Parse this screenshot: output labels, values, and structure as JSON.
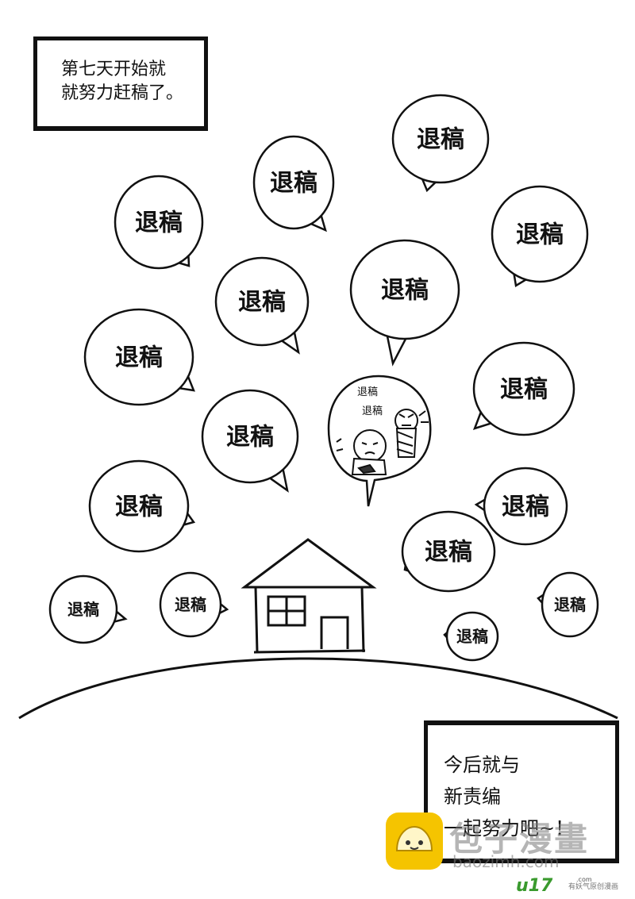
{
  "captions": {
    "top": [
      "第七天开始就",
      "就努力赶稿了。"
    ],
    "bottom": [
      "今后就与",
      "新责编",
      "一起努力吧~！"
    ]
  },
  "bubble_text": "退稿",
  "watermark": {
    "title": "包子漫畫",
    "url": "baozimh.com",
    "brand": "u17",
    "brand_suffix": ".com",
    "brand_tagline": "有妖气原创漫画",
    "badge_color": "#f5c400",
    "brand_color": "#3a9a2e"
  },
  "icons": [
    "house-icon",
    "editor-character-icon",
    "author-character-icon"
  ]
}
